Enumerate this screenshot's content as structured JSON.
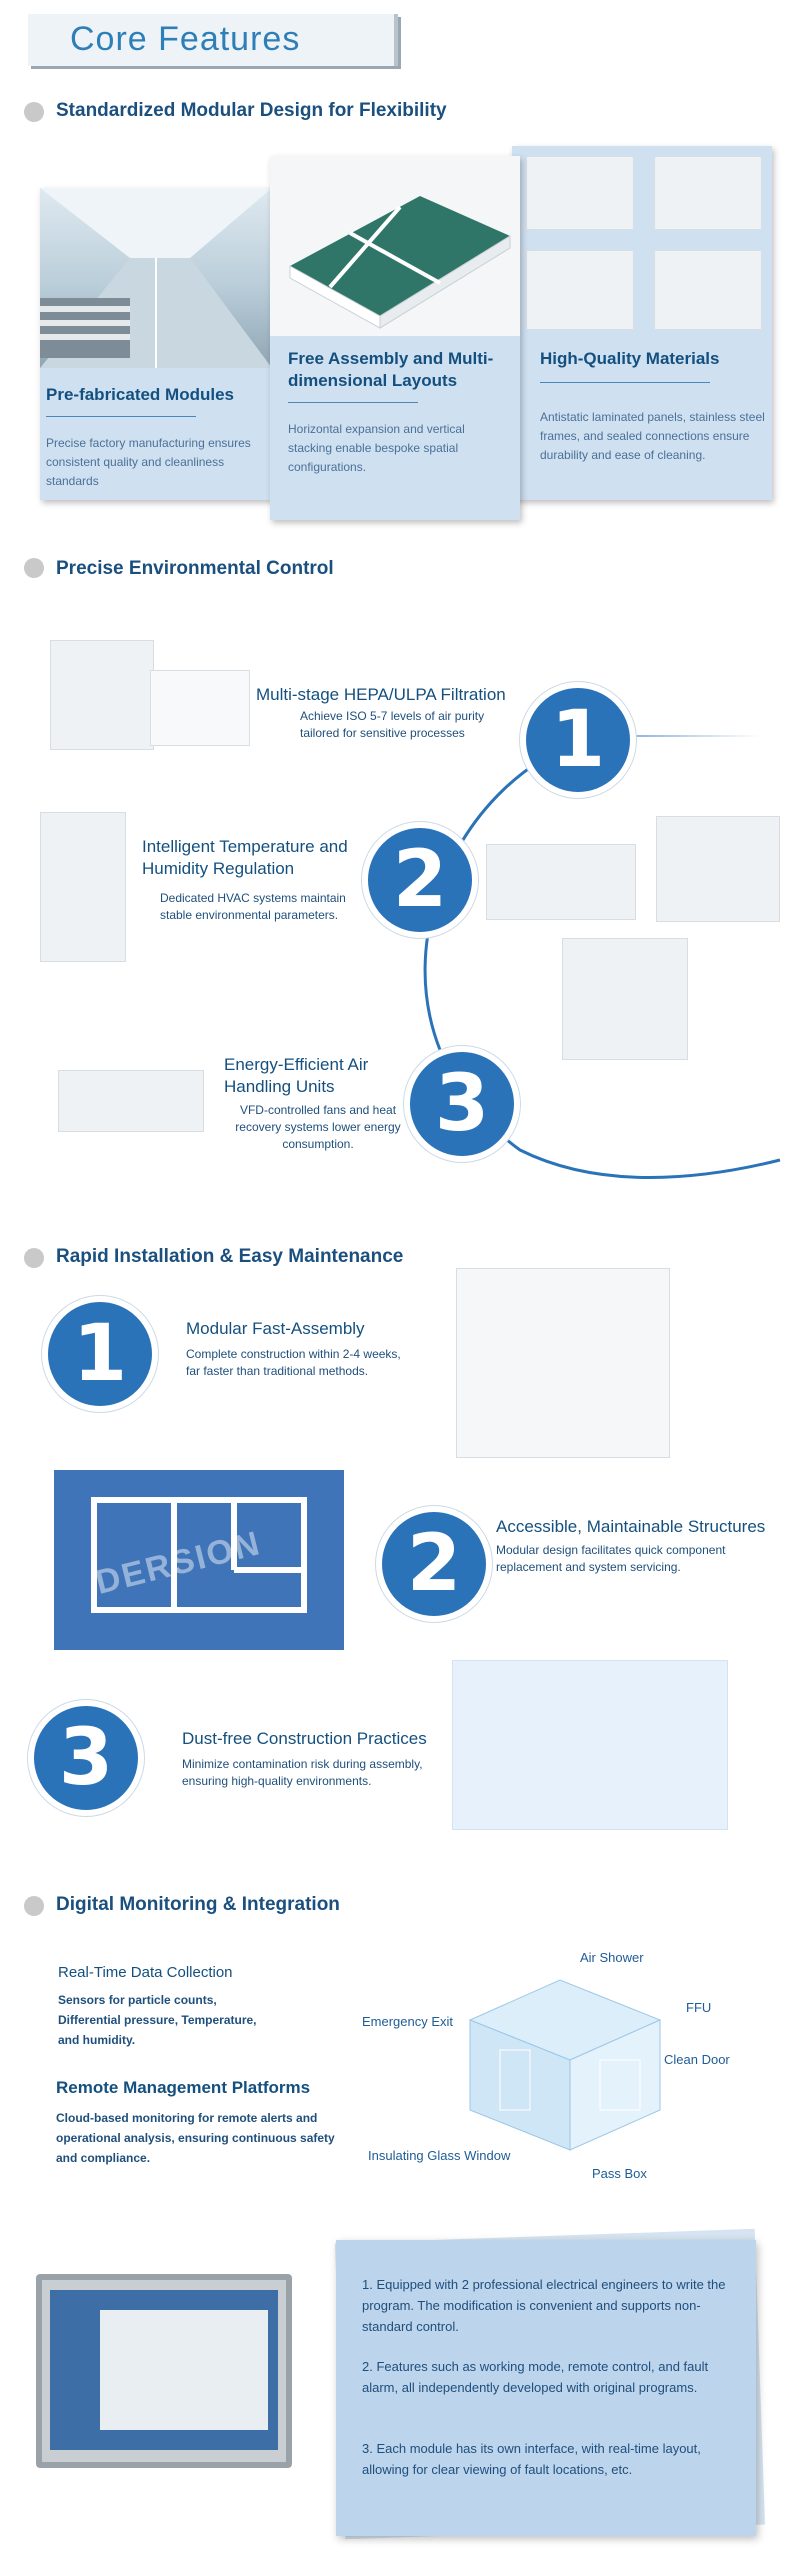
{
  "header": {
    "title": "Core Features"
  },
  "sections": {
    "modular": {
      "title": "Standardized Modular Design for Flexibility"
    },
    "environment": {
      "title": "Precise Environmental Control"
    },
    "installation": {
      "title": "Rapid Installation & Easy Maintenance"
    },
    "digital": {
      "title": "Digital Monitoring & Integration"
    }
  },
  "modular_cards": [
    {
      "title": "Pre-fabricated Modules",
      "text": "Precise factory manufacturing ensures consistent quality and cleanliness standards"
    },
    {
      "title": "Free Assembly and Multi-dimensional Layouts",
      "text": "Horizontal expansion and vertical stacking enable bespoke spatial configurations."
    },
    {
      "title": "High-Quality Materials",
      "text": "Antistatic laminated panels, stainless steel frames, and sealed connections ensure durability and ease of cleaning."
    }
  ],
  "environment_items": [
    {
      "number": "1",
      "title": "Multi-stage HEPA/ULPA Filtration",
      "text": "Achieve ISO 5-7 levels of air purity tailored for sensitive processes"
    },
    {
      "number": "2",
      "title": "Intelligent Temperature and Humidity Regulation",
      "text": "Dedicated HVAC systems maintain stable environmental parameters."
    },
    {
      "number": "3",
      "title": "Energy-Efficient Air Handling Units",
      "text": "VFD-controlled fans and heat recovery systems lower energy consumption."
    }
  ],
  "installation_items": [
    {
      "number": "1",
      "title": "Modular Fast-Assembly",
      "text": "Complete construction within 2-4 weeks, far faster than traditional methods."
    },
    {
      "number": "2",
      "title": "Accessible, Maintainable Structures",
      "text": "Modular design facilitates quick component replacement and system servicing."
    },
    {
      "number": "3",
      "title": "Dust-free Construction Practices",
      "text": "Minimize contamination risk during assembly, ensuring high-quality environments."
    }
  ],
  "watermark": "DERSION",
  "digital": {
    "realtime_title": "Real-Time Data Collection",
    "realtime_text": "Sensors for particle counts, Differential pressure, Temperature, and humidity.",
    "remote_title": "Remote Management Platforms",
    "remote_text": "Cloud-based monitoring for remote alerts and operational analysis, ensuring continuous safety and compliance.",
    "diagram_labels": {
      "air_shower": "Air Shower",
      "emergency_exit": "Emergency Exit",
      "ffu": "FFU",
      "clean_door": "Clean Door",
      "glass_window": "Insulating Glass Window",
      "pass_box": "Pass Box"
    }
  },
  "control_points": [
    "1. Equipped with 2 professional electrical engineers to write the program. The modification is convenient and supports non-standard control.",
    "2. Features such as working mode, remote control, and fault alarm, all independently developed with original programs.",
    "3. Each module has its own interface, with real-time layout, allowing for clear viewing of fault locations, etc."
  ],
  "colors": {
    "accent": "#2a73b9",
    "card": "#cfe0f1",
    "title": "#2e7fb8"
  }
}
